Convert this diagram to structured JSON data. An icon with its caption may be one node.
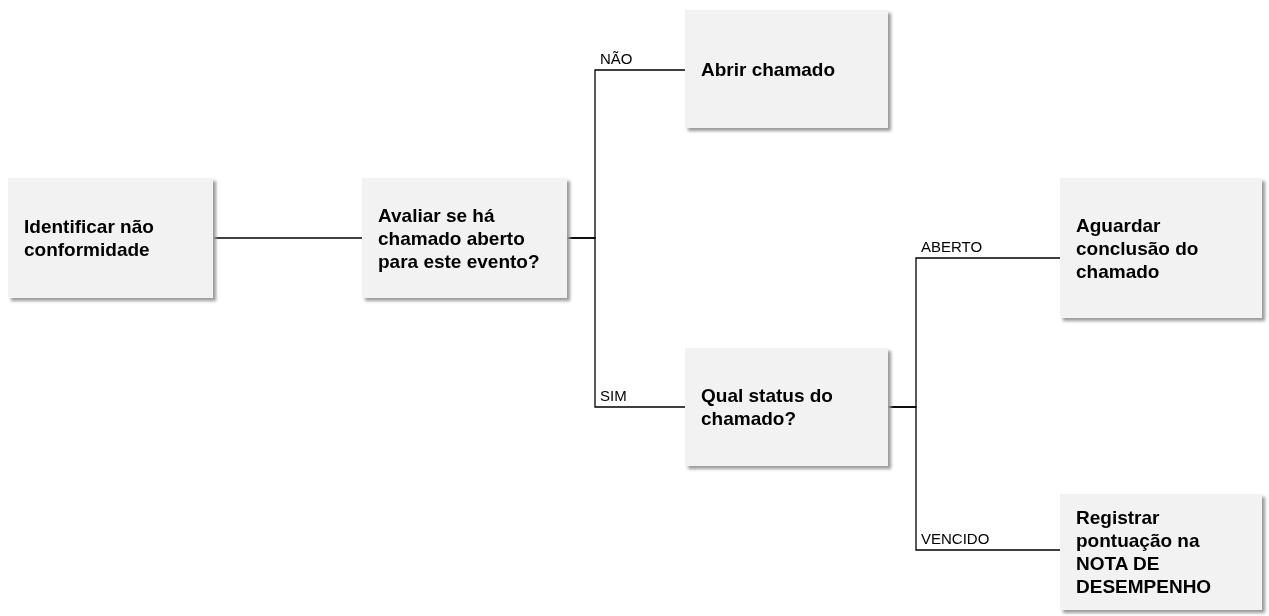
{
  "diagram": {
    "nodes": [
      {
        "text": [
          "Identificar não conformidade"
        ]
      },
      {
        "text": [
          "Avaliar se há chamado aberto para este evento?"
        ]
      },
      {
        "text": [
          "Abrir chamado"
        ]
      },
      {
        "text": [
          "Qual status do chamado?"
        ]
      },
      {
        "text": [
          "Aguardar conclusão do chamado"
        ]
      },
      {
        "text": [
          "Registrar pontuação na NOTA DE DESEMPENHO"
        ]
      }
    ],
    "edges": [
      {
        "from": 0,
        "to": 1,
        "arrow": "none"
      },
      {
        "from": 1,
        "to": 2,
        "arrow": "none",
        "label": "NÃO"
      },
      {
        "from": 1,
        "to": 3,
        "arrow": "none",
        "label": "SIM"
      },
      {
        "from": 3,
        "to": 4,
        "arrow": "none",
        "label": "ABERTO"
      },
      {
        "from": 3,
        "to": 5,
        "arrow": "none",
        "label": "VENCIDO"
      }
    ]
  }
}
